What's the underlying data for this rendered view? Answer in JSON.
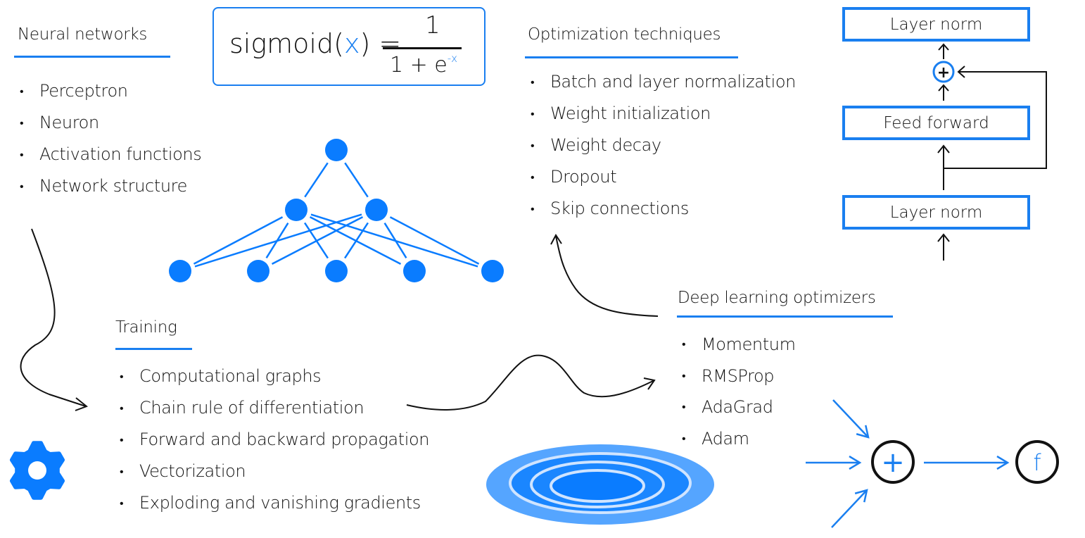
{
  "neural_networks": {
    "heading": "Neural networks",
    "items": [
      "Perceptron",
      "Neuron",
      "Activation functions",
      "Network structure"
    ]
  },
  "formula": {
    "function_name": "sigmoid(",
    "variable": "x",
    "close_equals": ") =",
    "numerator": "1",
    "denominator_base": "1 + e",
    "denominator_exponent": "-x"
  },
  "optimization_techniques": {
    "heading": "Optimization techniques",
    "items": [
      "Batch and layer normalization",
      "Weight initialization",
      "Weight decay",
      "Dropout",
      "Skip connections"
    ]
  },
  "transformer_block": {
    "top_box": "Layer norm",
    "middle_box": "Feed forward",
    "bottom_box": "Layer norm",
    "add_symbol": "+"
  },
  "training": {
    "heading": "Training",
    "items": [
      "Computational graphs",
      "Chain rule of differentiation",
      "Forward and backward propagation",
      "Vectorization",
      "Exploding and vanishing gradients"
    ]
  },
  "deep_learning_optimizers": {
    "heading": "Deep learning optimizers",
    "items": [
      "Momentum",
      "RMSProp",
      "AdaGrad",
      "Adam"
    ]
  },
  "neuron_diagram": {
    "sum_symbol": "+",
    "activation_symbol": "f"
  },
  "neural_network_graphic": {
    "layers": [
      1,
      2,
      5
    ]
  },
  "colors": {
    "accent": "#1a7ff0",
    "node": "#0a7cff",
    "contour_outer": "#55a5ff",
    "contour_inner": "#1a86ff",
    "contour_ring": "#cfe4ff",
    "ink": "#111111"
  }
}
